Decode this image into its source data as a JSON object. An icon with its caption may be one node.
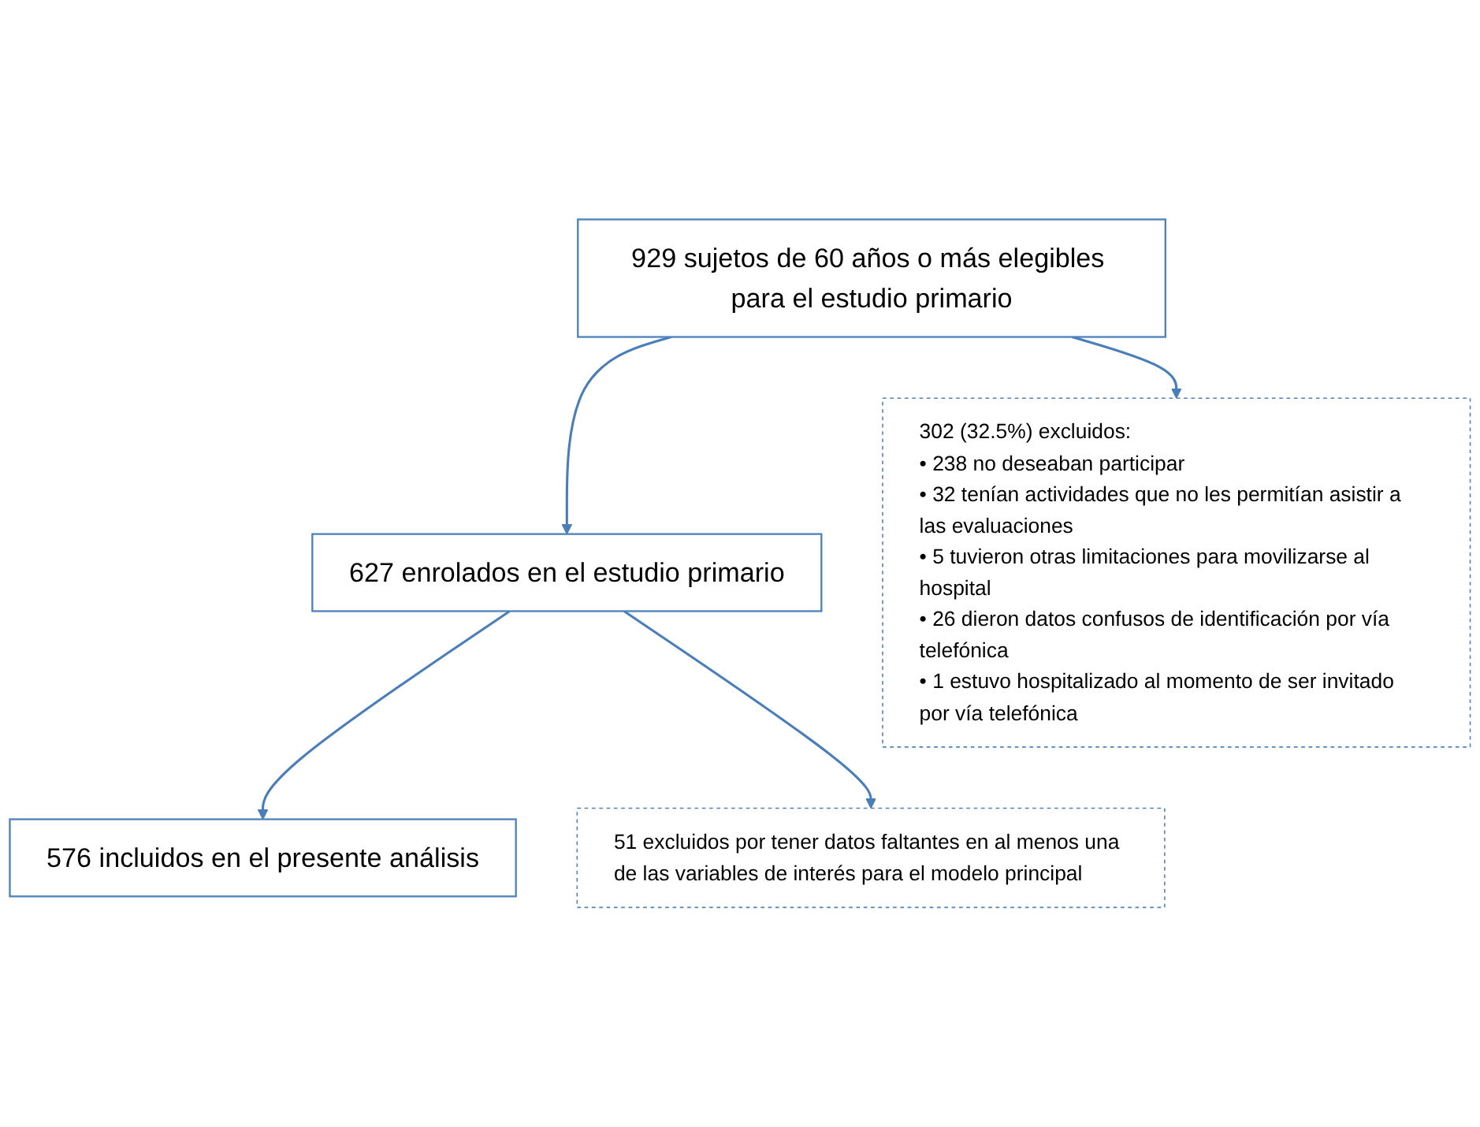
{
  "diagram": {
    "nodes": [
      {
        "text": [
          "929 sujetos de 60 años o más elegibles para el estudio primario"
        ]
      },
      {
        "text": [
          "627 enrolados en el estudio primario"
        ]
      },
      {
        "text": [
          "576 incluidos en el presente análisis"
        ]
      },
      {
        "text": [
          "302 (32.5%) excluidos:",
          "• 238 no deseaban participar",
          "• 32 tenían actividades que no les permitían asistir a las evaluaciones",
          "• 5 tuvieron otras limitaciones para movilizarse al hospital",
          "• 26 dieron datos confusos de identificación por vía telefónica",
          "• 1 estuvo hospitalizado al momento de ser invitado por vía telefónica"
        ]
      },
      {
        "text": [
          "51 excluidos por tener datos faltantes en al menos una de las variables de interés para el modelo principal"
        ]
      }
    ],
    "edges": [
      {
        "from": 0,
        "to": 1,
        "arrow": "to"
      },
      {
        "from": 0,
        "to": 3,
        "arrow": "to"
      },
      {
        "from": 1,
        "to": 2,
        "arrow": "to"
      },
      {
        "from": 1,
        "to": 4,
        "arrow": "to"
      }
    ]
  }
}
